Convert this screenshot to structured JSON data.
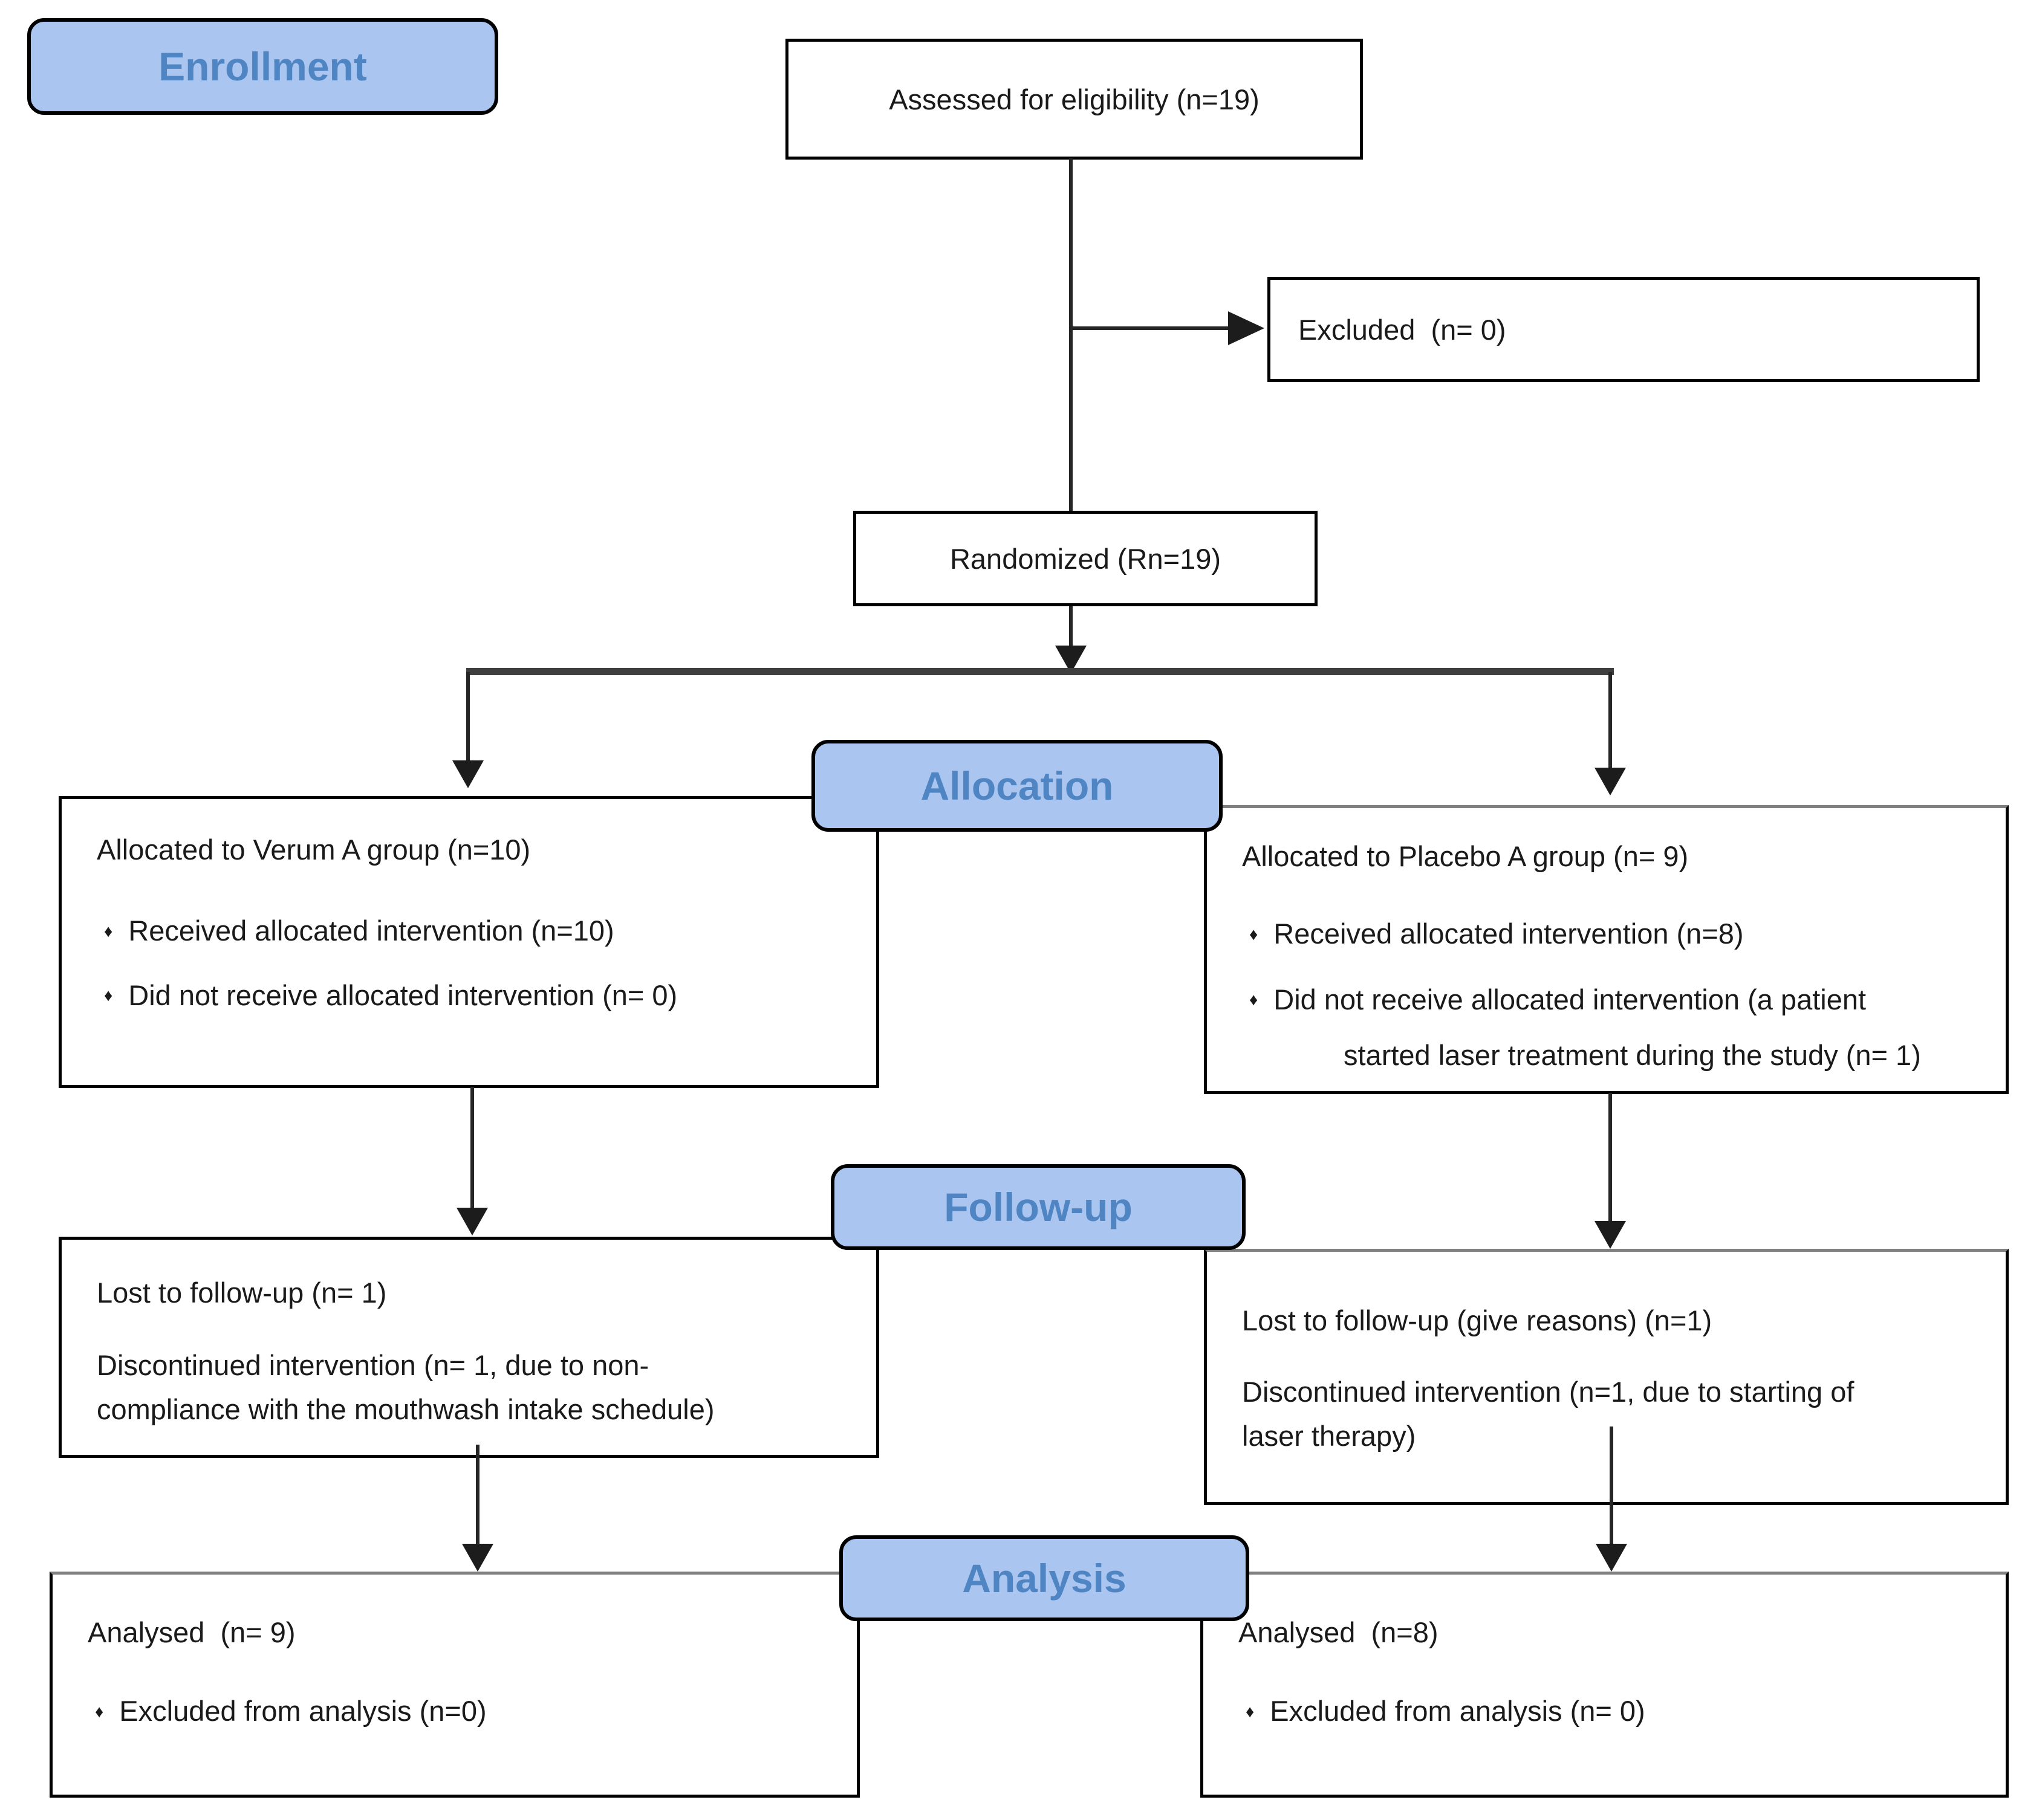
{
  "diagram": {
    "title": "CONSORT participant flow diagram",
    "bullet_glyph": "♦",
    "colors": {
      "stage_fill": "#aac6f0",
      "stage_text": "#4e85c2",
      "box_border": "#000000",
      "connector": "#262626",
      "branch_line": "#3f3f3f"
    },
    "stages": {
      "enrollment": "Enrollment",
      "allocation": "Allocation",
      "followup": "Follow-up",
      "analysis": "Analysis"
    },
    "boxes": {
      "assessed": {
        "text": "Assessed for eligibility (n=19)"
      },
      "excluded": {
        "text": "Excluded  (n= 0)"
      },
      "randomized": {
        "text": "Randomized (Rn=19)"
      },
      "alloc_left": {
        "title": "Allocated to Verum A group (n=10)",
        "bullet1": "Received allocated intervention (n=10)",
        "bullet2": "Did not receive allocated intervention (n= 0)"
      },
      "alloc_right": {
        "title": "Allocated to Placebo A group (n= 9)",
        "bullet1": "Received allocated intervention (n=8)",
        "bullet2": "Did not receive allocated intervention (a patient",
        "bullet2_cont": "started laser treatment during the study (n= 1)"
      },
      "followup_left": {
        "line1": "Lost to follow-up (n= 1)",
        "line2": "Discontinued intervention (n= 1, due to non-",
        "line3": "compliance with the mouthwash intake schedule)"
      },
      "followup_right": {
        "line1": "Lost to follow-up (give reasons) (n=1)",
        "line2": "Discontinued intervention (n=1, due to starting of",
        "line3": "laser therapy)"
      },
      "analysis_left": {
        "title": "Analysed  (n= 9)",
        "bullet1": "Excluded from analysis (n=0)"
      },
      "analysis_right": {
        "title": "Analysed  (n=8)",
        "bullet1": "Excluded from analysis (n= 0)"
      }
    }
  }
}
